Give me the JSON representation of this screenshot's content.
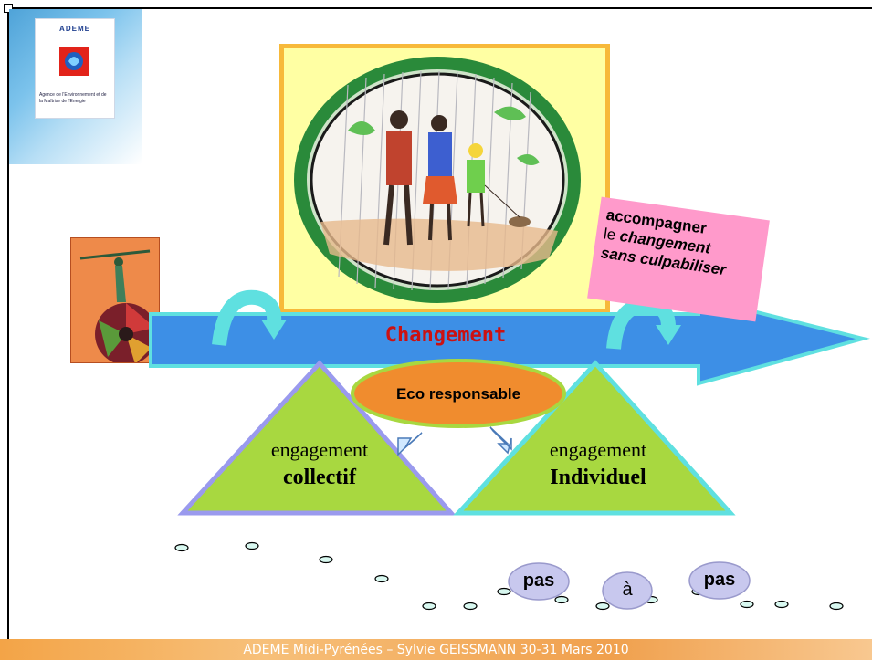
{
  "logo": {
    "title": "ADEME",
    "subtitle": "Agence de l'Environnement et de la Maîtrise de l'Energie"
  },
  "main": {
    "arrow_label": "Changement",
    "center_label": "Eco responsable",
    "left_triangle": {
      "line1": "engagement",
      "line2": "collectif"
    },
    "right_triangle": {
      "line1": "engagement",
      "line2": "Individuel"
    },
    "note": {
      "line1": "accompagner",
      "line2_plain": "le ",
      "line2_bold": "changement",
      "line3": "sans culpabiliser"
    },
    "steps": {
      "left": "pas",
      "middle": "à",
      "right": "pas"
    }
  },
  "footer": {
    "text": "ADEME   Midi-Pyrénées – Sylvie GEISSMANN 30-31 Mars 2010"
  },
  "colors": {
    "arrow": "#3d8fe6",
    "arrow_border": "#5fe0e0",
    "triangle": "#a8d840",
    "ellipse": "#f08c2e",
    "note": "#ff9acb",
    "label_red": "#cc1111",
    "bubble": "#c8c8ee"
  }
}
